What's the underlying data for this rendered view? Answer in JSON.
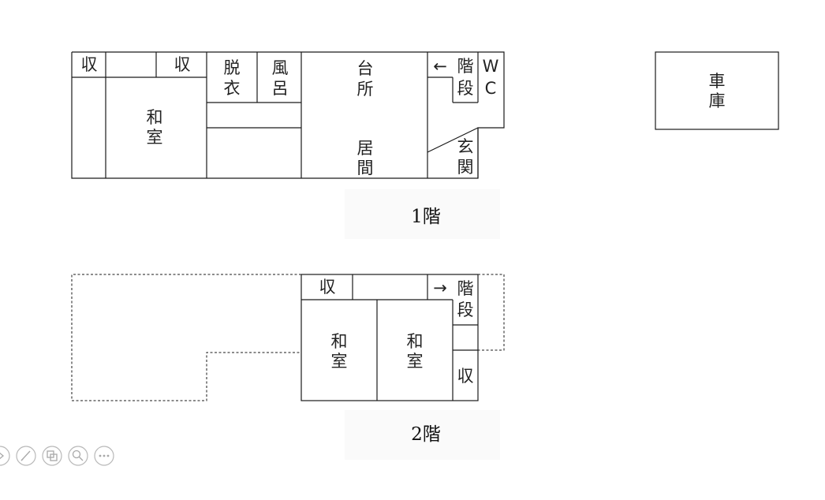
{
  "floor1": {
    "title": "1階",
    "rooms": {
      "storage_left": "収",
      "storage_right": "収",
      "washroom": [
        "脱",
        "衣"
      ],
      "bath": [
        "風",
        "呂"
      ],
      "washitsu": [
        "和",
        "室"
      ],
      "kitchen": [
        "台",
        "所"
      ],
      "living": [
        "居",
        "間"
      ],
      "stairs_arrow": "←",
      "stairs": [
        "階",
        "段"
      ],
      "wc": [
        "W",
        "C"
      ],
      "entrance": [
        "玄",
        "関"
      ],
      "garage": [
        "車",
        "庫"
      ]
    }
  },
  "floor2": {
    "title": "2階",
    "rooms": {
      "storage_top": "収",
      "washitsu_left": [
        "和",
        "室"
      ],
      "washitsu_right": [
        "和",
        "室"
      ],
      "stairs_arrow": "→",
      "stairs": [
        "階",
        "段"
      ],
      "storage_right": "収"
    }
  },
  "slideshow_controls": [
    "previous-icon",
    "pen-icon",
    "slides-icon",
    "zoom-icon",
    "more-icon"
  ]
}
